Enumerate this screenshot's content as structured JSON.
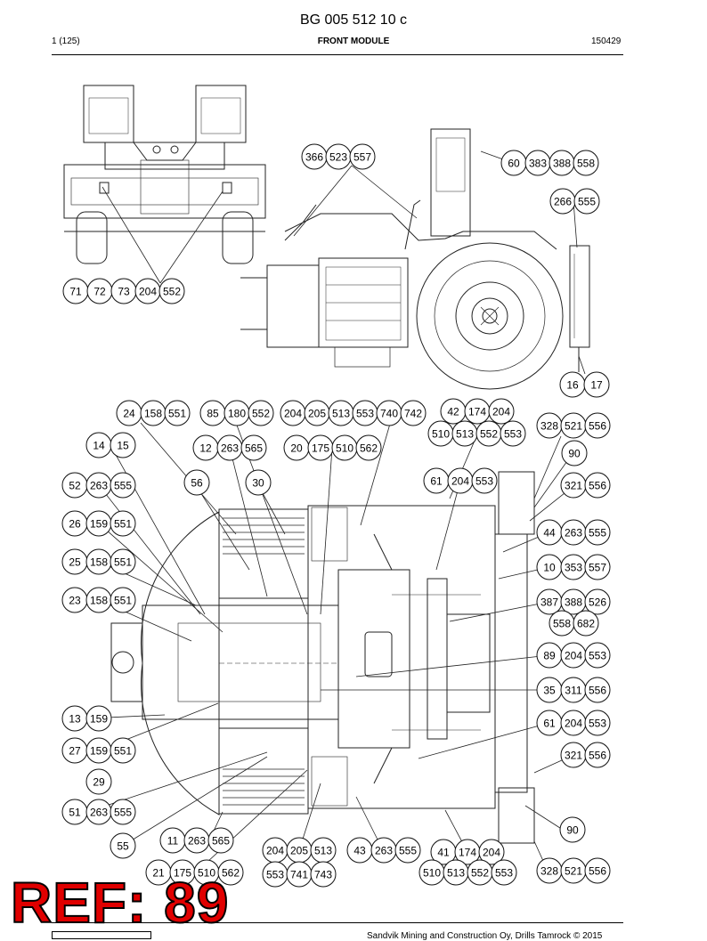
{
  "header": {
    "doc_id": "BG 005 512 10 c",
    "page": "1 (125)",
    "module": "FRONT MODULE",
    "date": "150429"
  },
  "footer": {
    "copyright": "Sandvik Mining and Construction Oy, Drills Tamrock © 2015"
  },
  "stamp": {
    "text": "REF: 89",
    "color": "#e00000"
  },
  "callouts": [
    {
      "id": "g1",
      "labels": [
        "366",
        "523",
        "557"
      ]
    },
    {
      "id": "g2",
      "labels": [
        "60",
        "383",
        "388",
        "558"
      ]
    },
    {
      "id": "g3",
      "labels": [
        "266",
        "555"
      ]
    },
    {
      "id": "g4",
      "labels": [
        "71",
        "72",
        "73",
        "204",
        "552"
      ]
    },
    {
      "id": "g5",
      "labels": [
        "16",
        "17"
      ]
    },
    {
      "id": "g6",
      "labels": [
        "24",
        "158",
        "551"
      ]
    },
    {
      "id": "g7",
      "labels": [
        "85",
        "180",
        "552"
      ]
    },
    {
      "id": "g8",
      "labels": [
        "204",
        "205",
        "513",
        "553",
        "740",
        "742"
      ]
    },
    {
      "id": "g9a",
      "labels": [
        "42",
        "174",
        "204"
      ]
    },
    {
      "id": "g9b",
      "labels": [
        "510",
        "513",
        "552",
        "553"
      ]
    },
    {
      "id": "g10",
      "labels": [
        "328",
        "521",
        "556"
      ]
    },
    {
      "id": "g11",
      "labels": [
        "14",
        "15"
      ]
    },
    {
      "id": "g12",
      "labels": [
        "12",
        "263",
        "565"
      ]
    },
    {
      "id": "g13",
      "labels": [
        "20",
        "175",
        "510",
        "562"
      ]
    },
    {
      "id": "g14",
      "labels": [
        "90"
      ]
    },
    {
      "id": "g15",
      "labels": [
        "52",
        "263",
        "555"
      ]
    },
    {
      "id": "g16",
      "labels": [
        "56"
      ]
    },
    {
      "id": "g17",
      "labels": [
        "30"
      ]
    },
    {
      "id": "g18",
      "labels": [
        "61",
        "204",
        "553"
      ]
    },
    {
      "id": "g19",
      "labels": [
        "321",
        "556"
      ]
    },
    {
      "id": "g20",
      "labels": [
        "26",
        "159",
        "551"
      ]
    },
    {
      "id": "g21",
      "labels": [
        "44",
        "263",
        "555"
      ]
    },
    {
      "id": "g22",
      "labels": [
        "25",
        "158",
        "551"
      ]
    },
    {
      "id": "g23",
      "labels": [
        "10",
        "353",
        "557"
      ]
    },
    {
      "id": "g24",
      "labels": [
        "23",
        "158",
        "551"
      ]
    },
    {
      "id": "g25a",
      "labels": [
        "387",
        "388",
        "526"
      ]
    },
    {
      "id": "g25b",
      "labels": [
        "558",
        "682"
      ]
    },
    {
      "id": "g26",
      "labels": [
        "89",
        "204",
        "553"
      ]
    },
    {
      "id": "g27",
      "labels": [
        "35",
        "311",
        "556"
      ]
    },
    {
      "id": "g28",
      "labels": [
        "13",
        "159"
      ]
    },
    {
      "id": "g29",
      "labels": [
        "61",
        "204",
        "553"
      ]
    },
    {
      "id": "g30",
      "labels": [
        "27",
        "159",
        "551"
      ]
    },
    {
      "id": "g31",
      "labels": [
        "321",
        "556"
      ]
    },
    {
      "id": "g32",
      "labels": [
        "29"
      ]
    },
    {
      "id": "g33",
      "labels": [
        "51",
        "263",
        "555"
      ]
    },
    {
      "id": "g34",
      "labels": [
        "90"
      ]
    },
    {
      "id": "g35",
      "labels": [
        "55"
      ]
    },
    {
      "id": "g36",
      "labels": [
        "11",
        "263",
        "565"
      ]
    },
    {
      "id": "g37a",
      "labels": [
        "204",
        "205",
        "513"
      ]
    },
    {
      "id": "g37b",
      "labels": [
        "553",
        "741",
        "743"
      ]
    },
    {
      "id": "g38",
      "labels": [
        "43",
        "263",
        "555"
      ]
    },
    {
      "id": "g39a",
      "labels": [
        "41",
        "174",
        "204"
      ]
    },
    {
      "id": "g39b",
      "labels": [
        "510",
        "513",
        "552",
        "553"
      ]
    },
    {
      "id": "g40",
      "labels": [
        "21",
        "175",
        "510",
        "562"
      ]
    },
    {
      "id": "g41",
      "labels": [
        "328",
        "521",
        "556"
      ]
    }
  ]
}
